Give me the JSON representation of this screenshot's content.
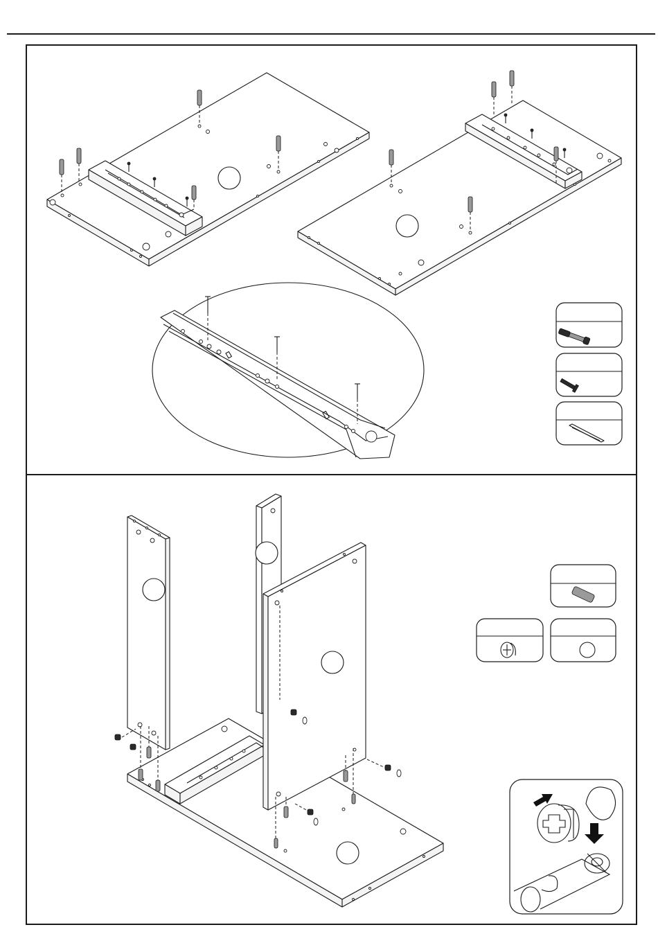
{
  "sheet": {
    "top_rule": true,
    "frame_color": "#1a1a1a",
    "background": "#ffffff"
  },
  "step_upper": {
    "panels": [
      "left-base-panel",
      "right-base-panel"
    ],
    "detail": "zoom-ellipse-drawer-runner",
    "hardware": [
      "cam-bolt-icon",
      "screw-icon",
      "drawer-runner-icon"
    ]
  },
  "step_lower": {
    "panels": [
      "left-side-panel",
      "rear-upright-panel",
      "front-panel",
      "bottom-panel"
    ],
    "hardware": [
      "wood-dowel-icon",
      "cam-lock-icon",
      "cover-cap-icon"
    ],
    "detail": "cam-lock-instruction-inset"
  }
}
